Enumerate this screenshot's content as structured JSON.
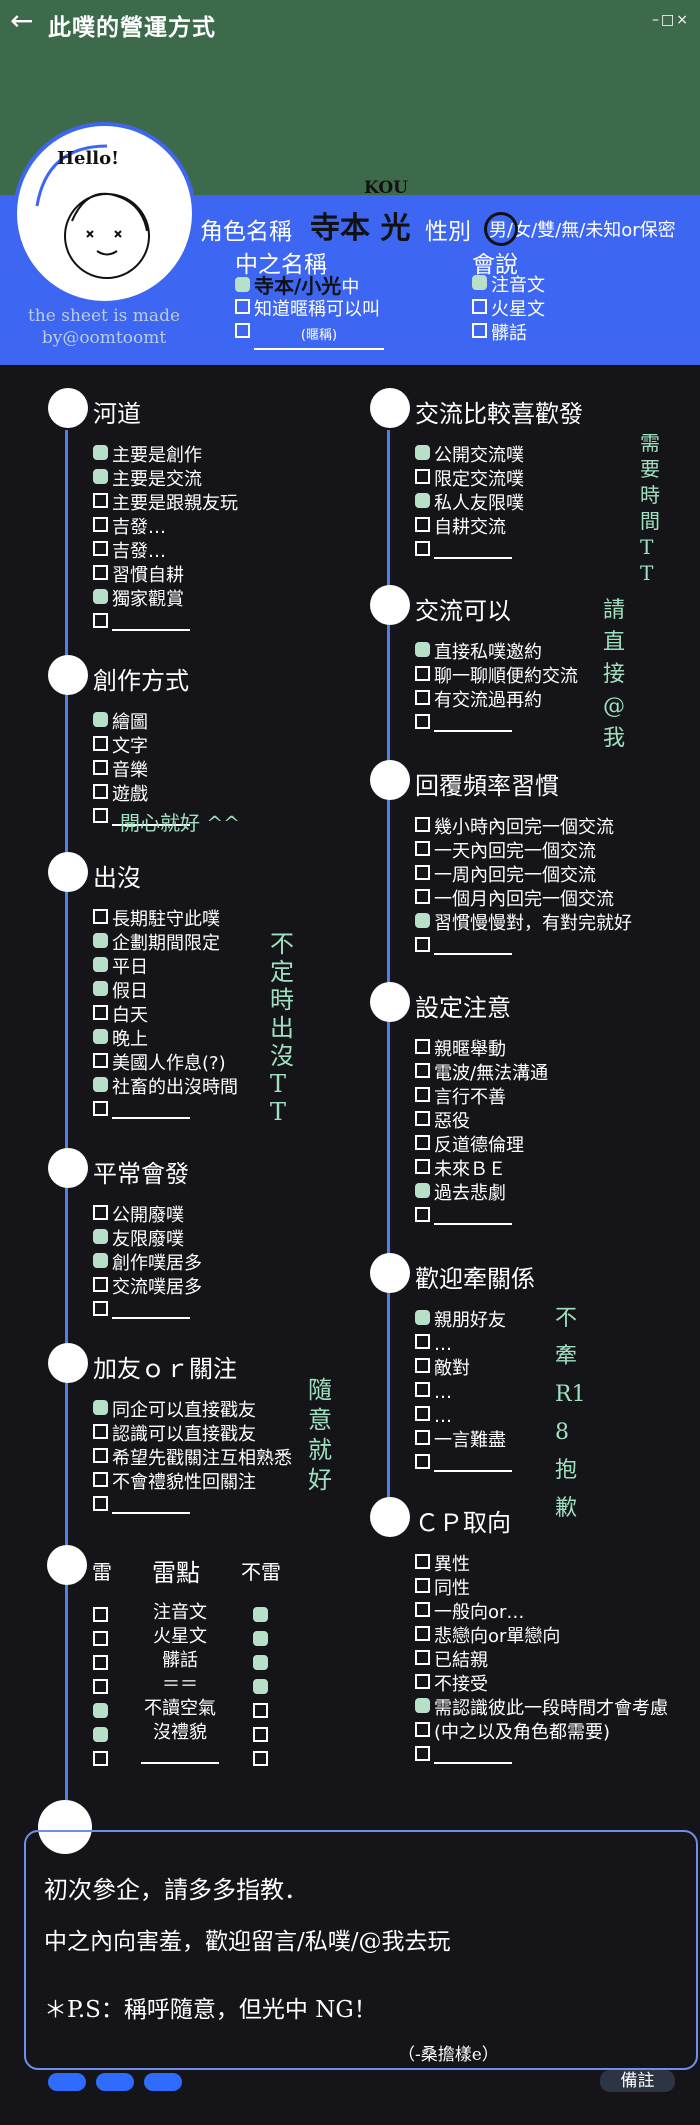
{
  "header": {
    "back": "←",
    "title": "此噗的營運方式",
    "window_controls": "–□×"
  },
  "profile": {
    "greeting": "Hello!",
    "credit": "the sheet is made by@oomtoomt",
    "role_name_label": "角色名稱",
    "role_name_value": "寺本 光",
    "role_name_ruby": "KOU",
    "gender_label": "性別",
    "gender_options": "男/女/雙/無/未知or保密",
    "gender_selected": "男",
    "nickname_label": "中之名稱",
    "nickname_items": [
      "寺本/小光",
      "知道暱稱可以叫",
      "(暱稱)"
    ],
    "nickname_item0_suffix": "中",
    "speak_label": "會說",
    "speak_items": [
      "注音文",
      "火星文",
      "髒話"
    ]
  },
  "sections_left": [
    {
      "title": "河道",
      "items": [
        "主要是創作",
        "主要是交流",
        "主要是跟親友玩",
        "吉發…",
        "吉發…",
        "習慣自耕",
        "獨家觀賞",
        ""
      ]
    },
    {
      "title": "創作方式",
      "items": [
        "繪圖",
        "文字",
        "音樂",
        "遊戲",
        ""
      ],
      "note": "開心就好 ^^"
    },
    {
      "title": "出沒",
      "items": [
        "長期駐守此噗",
        "企劃期間限定",
        "平日",
        "假日",
        "白天",
        "晚上",
        "美國人作息(?)",
        "社畜的出沒時間",
        ""
      ],
      "note": "不定時出沒 TT"
    },
    {
      "title": "平常會發",
      "items": [
        "公開廢噗",
        "友限廢噗",
        "創作噗居多",
        "交流噗居多",
        ""
      ]
    },
    {
      "title": "加友ｏｒ關注",
      "items": [
        "同企可以直接戳友",
        "認識可以直接戳友",
        "希望先戳關注互相熟悉",
        "不會禮貌性回關注",
        ""
      ],
      "note": "隨意就好"
    }
  ],
  "sections_right": [
    {
      "title": "交流比較喜歡發",
      "items": [
        "公開交流噗",
        "限定交流噗",
        "私人友限噗",
        "自耕交流",
        ""
      ],
      "note": "需要時間 TT"
    },
    {
      "title": "交流可以",
      "items": [
        "直接私噗邀約",
        "聊一聊順便約交流",
        "有交流過再約",
        ""
      ],
      "note": "請直接@我"
    },
    {
      "title": "回覆頻率習慣",
      "items": [
        "幾小時內回完一個交流",
        "一天內回完一個交流",
        "一周內回完一個交流",
        "一個月內回完一個交流",
        "習慣慢慢對，有對完就好",
        ""
      ]
    },
    {
      "title": "設定注意",
      "items": [
        "親暱舉動",
        "電波/無法溝通",
        "言行不善",
        "惡役",
        "反道德倫理",
        "未來ＢＥ",
        "過去悲劇",
        ""
      ]
    },
    {
      "title": "歡迎牽關係",
      "items": [
        "親朋好友",
        "…",
        "敵對",
        "…",
        "…",
        "一言難盡",
        ""
      ],
      "note": "不牽 R18 抱歉"
    },
    {
      "title": "ＣＰ取向",
      "items": [
        "異性",
        "同性",
        "一般向or…",
        "悲戀向or單戀向",
        "已結親",
        "不接受",
        "需認識彼此一段時間才會考慮",
        "(中之以及角色都需要)",
        ""
      ]
    }
  ],
  "mine": {
    "title": "雷點",
    "col_left": "雷",
    "col_right": "不雷",
    "items": [
      "注音文",
      "火星文",
      "髒話",
      "＝＝",
      "不讀空氣",
      "沒禮貌",
      ""
    ]
  },
  "notes": {
    "line1": "初次參企，請多多指教．",
    "line2": "中之內向害羞，歡迎留言/私噗/@我去玩",
    "line3": "＊P.S：稱呼隨意，但光中 NG！",
    "line4": "（-桑擔樣e）"
  },
  "footer": {
    "memo": "備註"
  }
}
